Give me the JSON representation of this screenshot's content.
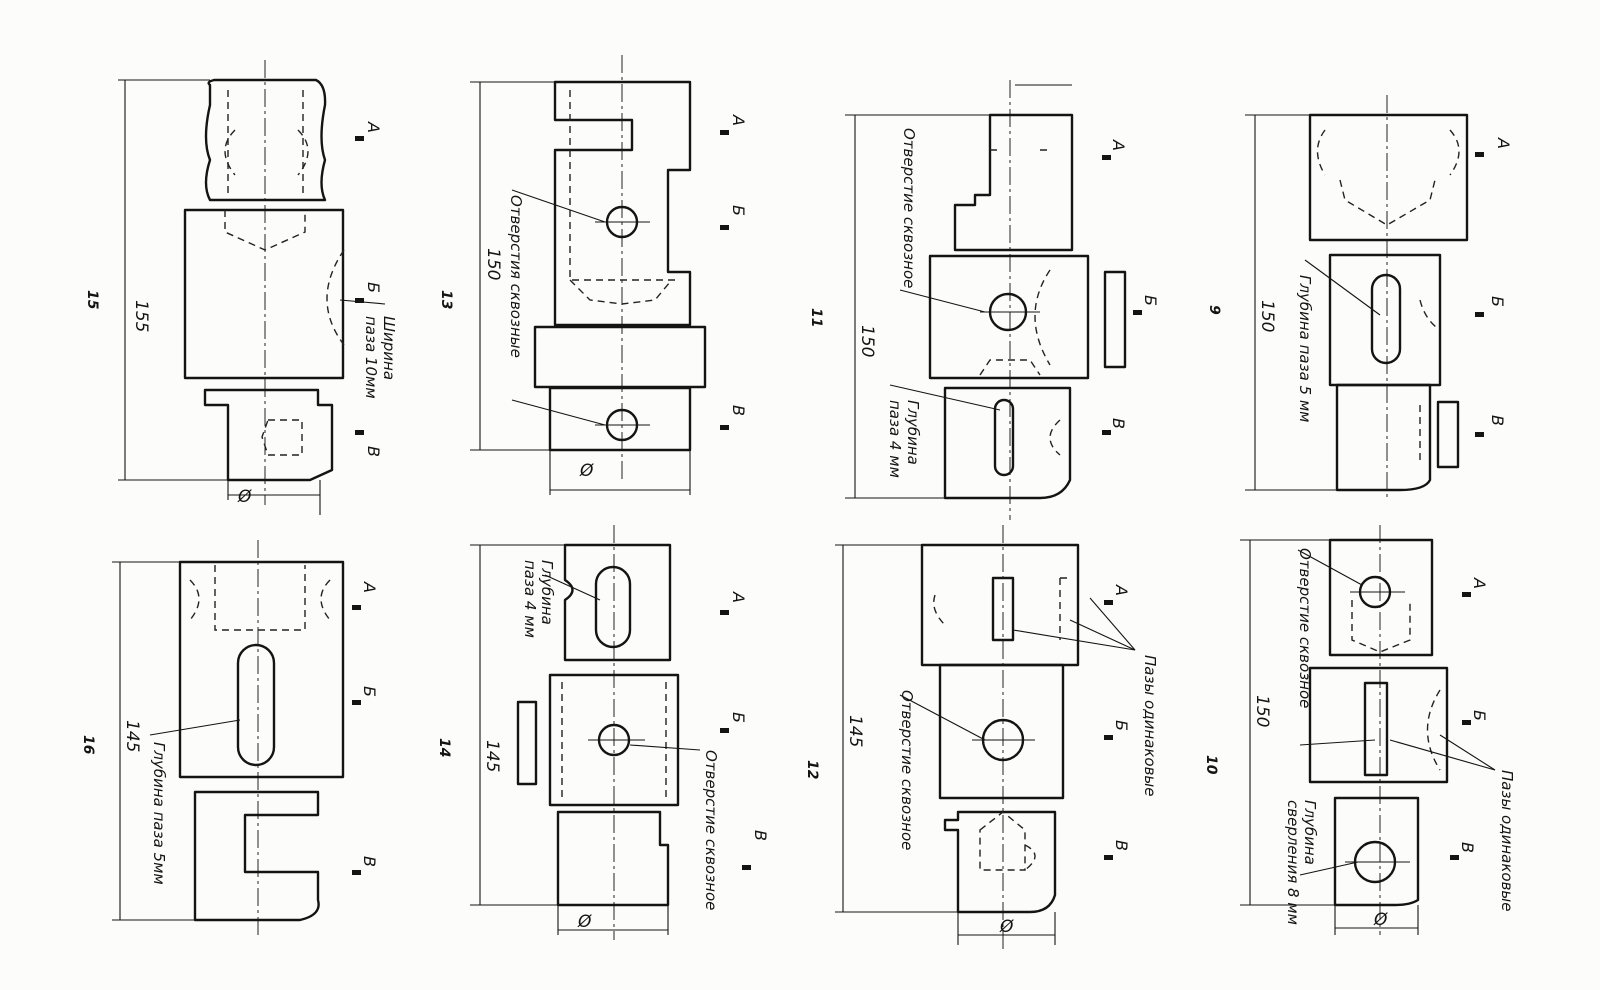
{
  "parts": [
    {
      "num": "15",
      "length": "155",
      "diameter": "Ø",
      "sections": [
        "А",
        "Б",
        "В"
      ],
      "notes": [
        "Ширина",
        "паза 10мм"
      ]
    },
    {
      "num": "13",
      "length": "150",
      "diameter": "Ø",
      "sections": [
        "А",
        "Б",
        "В"
      ],
      "notes": [
        "Отверстия сквозные"
      ]
    },
    {
      "num": "11",
      "length": "150",
      "sections": [
        "А",
        "Б",
        "В"
      ],
      "notes": [
        "Отверстие сквозное",
        "Глубина",
        "паза 4 мм"
      ]
    },
    {
      "num": "9",
      "length": "150",
      "sections": [
        "А",
        "Б",
        "В"
      ],
      "notes": [
        "Глубина паза 5 мм"
      ]
    },
    {
      "num": "16",
      "length": "145",
      "sections": [
        "А",
        "Б",
        "В"
      ],
      "notes": [
        "Глубина паза 5мм"
      ]
    },
    {
      "num": "14",
      "length": "145",
      "diameter": "Ø",
      "sections": [
        "А",
        "Б",
        "В"
      ],
      "notes": [
        "Глубина",
        "паза 4 мм",
        "Отверстие сквозное"
      ]
    },
    {
      "num": "12",
      "length": "145",
      "diameter": "Ø",
      "sections": [
        "А",
        "Б",
        "В"
      ],
      "notes": [
        "Пазы одинаковые",
        "Отверстие сквозное"
      ]
    },
    {
      "num": "10",
      "length": "150",
      "diameter": "Ø",
      "sections": [
        "А",
        "Б",
        "В"
      ],
      "notes": [
        "Отверстие сквозное",
        "Глубина",
        "сверления 8 мм",
        "Пазы одинаковые"
      ]
    }
  ]
}
